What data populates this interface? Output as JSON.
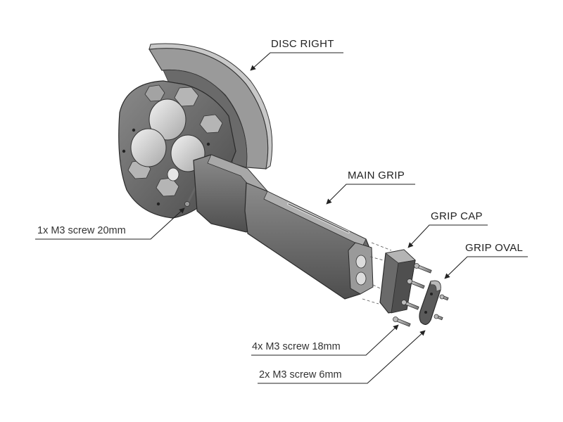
{
  "labels": {
    "disc_right": "DISC RIGHT",
    "main_grip": "MAIN GRIP",
    "grip_cap": "GRIP CAP",
    "grip_oval": "GRIP OVAL",
    "screw_m3_20": "1x M3 screw 20mm",
    "screw_m3_18": "4x M3 screw 18mm",
    "screw_m3_6": "2x M3 screw 6mm"
  }
}
